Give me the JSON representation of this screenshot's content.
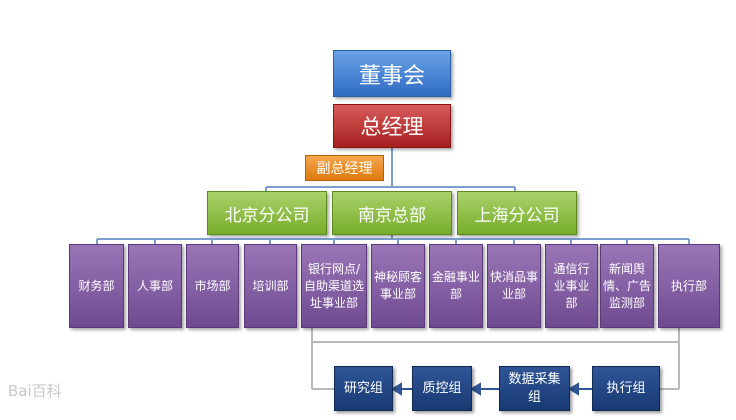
{
  "org": {
    "board": "董事会",
    "general_manager": "总经理",
    "deputy_gm": "副总经理",
    "branches": [
      "北京分公司",
      "南京总部",
      "上海分公司"
    ],
    "departments": [
      "财务部",
      "人事部",
      "市场部",
      "培训部",
      "银行网点/自助渠道选址事业部",
      "神秘顾客事业部",
      "金融事业部",
      "快消品事业部",
      "通信行业事业部",
      "新闻舆情、广告监测部",
      "执行部"
    ],
    "groups": [
      "研究组",
      "质控组",
      "数据采集组",
      "执行组"
    ]
  },
  "watermark": "Bai百科"
}
